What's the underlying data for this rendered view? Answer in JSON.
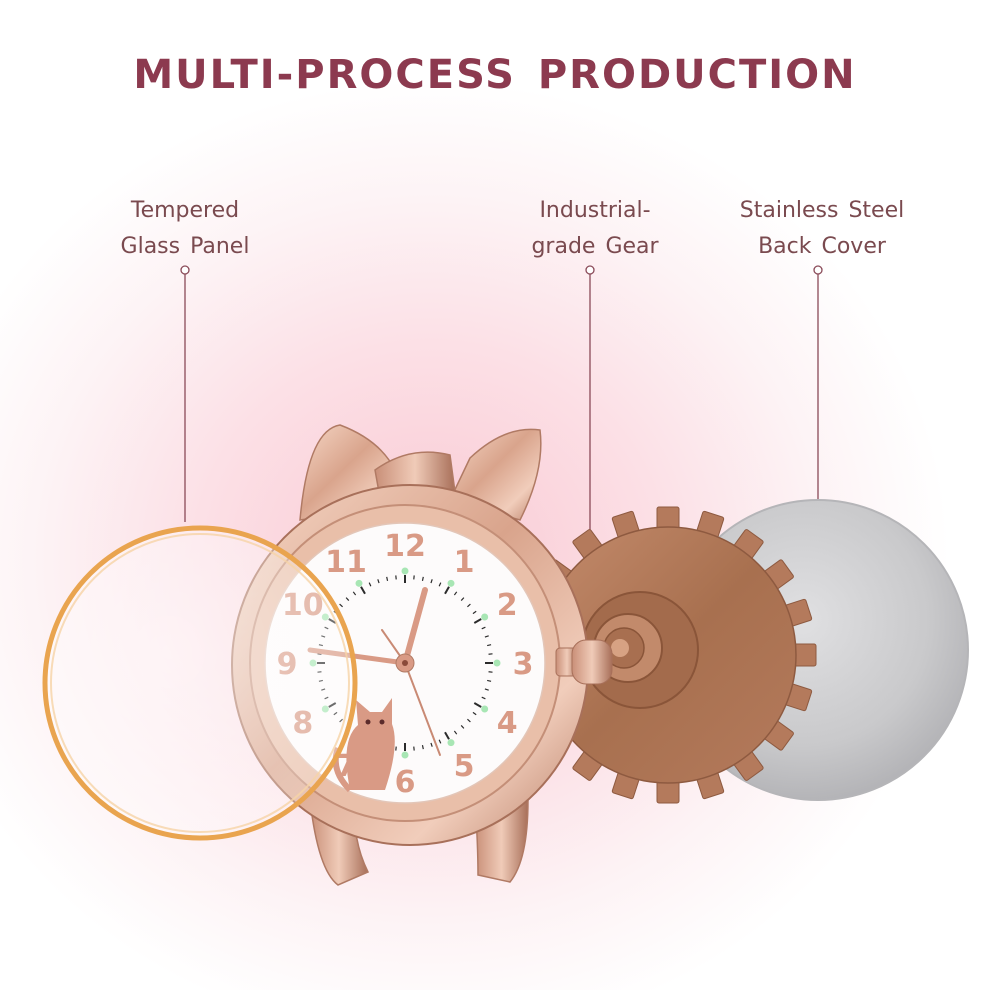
{
  "title": "MULTI-PROCESS PRODUCTION",
  "labels": {
    "glass": {
      "line1": "Tempered",
      "line2": "Glass Panel"
    },
    "gear": {
      "line1": "Industrial-",
      "line2": "grade Gear"
    },
    "cover": {
      "line1": "Stainless Steel",
      "line2": "Back Cover"
    }
  },
  "dial_numbers": [
    "12",
    "1",
    "2",
    "3",
    "4",
    "5",
    "6",
    "7",
    "8",
    "9",
    "10",
    "11"
  ],
  "colors": {
    "title": "#8c3a4f",
    "label": "#7a4a4f",
    "leader_line": "#8a4a58",
    "rose_gold": "#d9a48c",
    "copper": "#b47a5c",
    "steel": "#c9c9cb",
    "background_glow": "#f9c9d3"
  }
}
